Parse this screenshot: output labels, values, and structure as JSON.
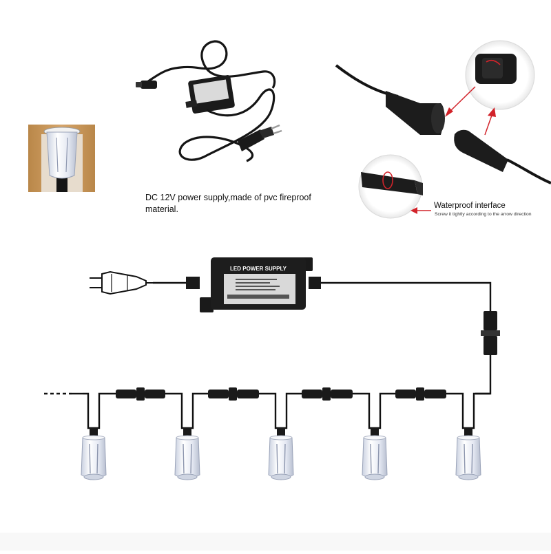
{
  "caption": {
    "line1": "DC 12V power supply,made of pvc fireproof",
    "line2": "material."
  },
  "waterproof": {
    "title": "Waterproof interface",
    "note": "Screw it tightly according to the arrow direction"
  },
  "psu_main": {
    "label": "LED POWER SUPPLY"
  },
  "colors": {
    "cable": "#111111",
    "arrow": "#d2232a",
    "wood": "#c8955b",
    "lamp": "#e9edf6"
  }
}
